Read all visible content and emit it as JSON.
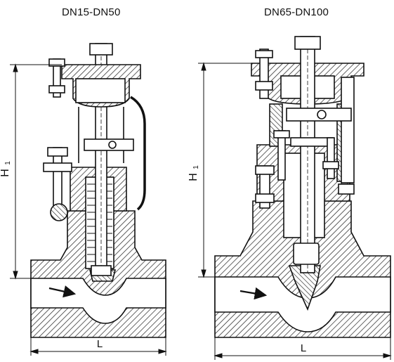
{
  "diagram": {
    "left_view": {
      "title": "DN15-DN50",
      "height_label": "H",
      "height_subscript": "1",
      "length_label": "L"
    },
    "right_view": {
      "title": "DN65-DN100",
      "height_label": "H",
      "height_subscript": "1",
      "length_label": "L"
    }
  }
}
